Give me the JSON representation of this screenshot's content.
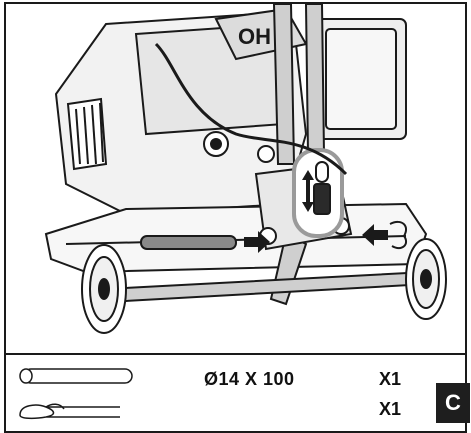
{
  "parts": {
    "pin_spec": "Ø14 X 100",
    "pin_qty": "X1",
    "clip_qty": "X1"
  },
  "step_label": "C",
  "colors": {
    "line": "#1a1a1a",
    "pin_fill": "#8a8a8a",
    "body_fill": "#f2f2f2",
    "badge_bg": "#1e1e1e",
    "badge_text": "#ffffff"
  },
  "icons": [
    "arrow-right-icon",
    "arrow-left-icon",
    "up-down-arrow-icon"
  ]
}
